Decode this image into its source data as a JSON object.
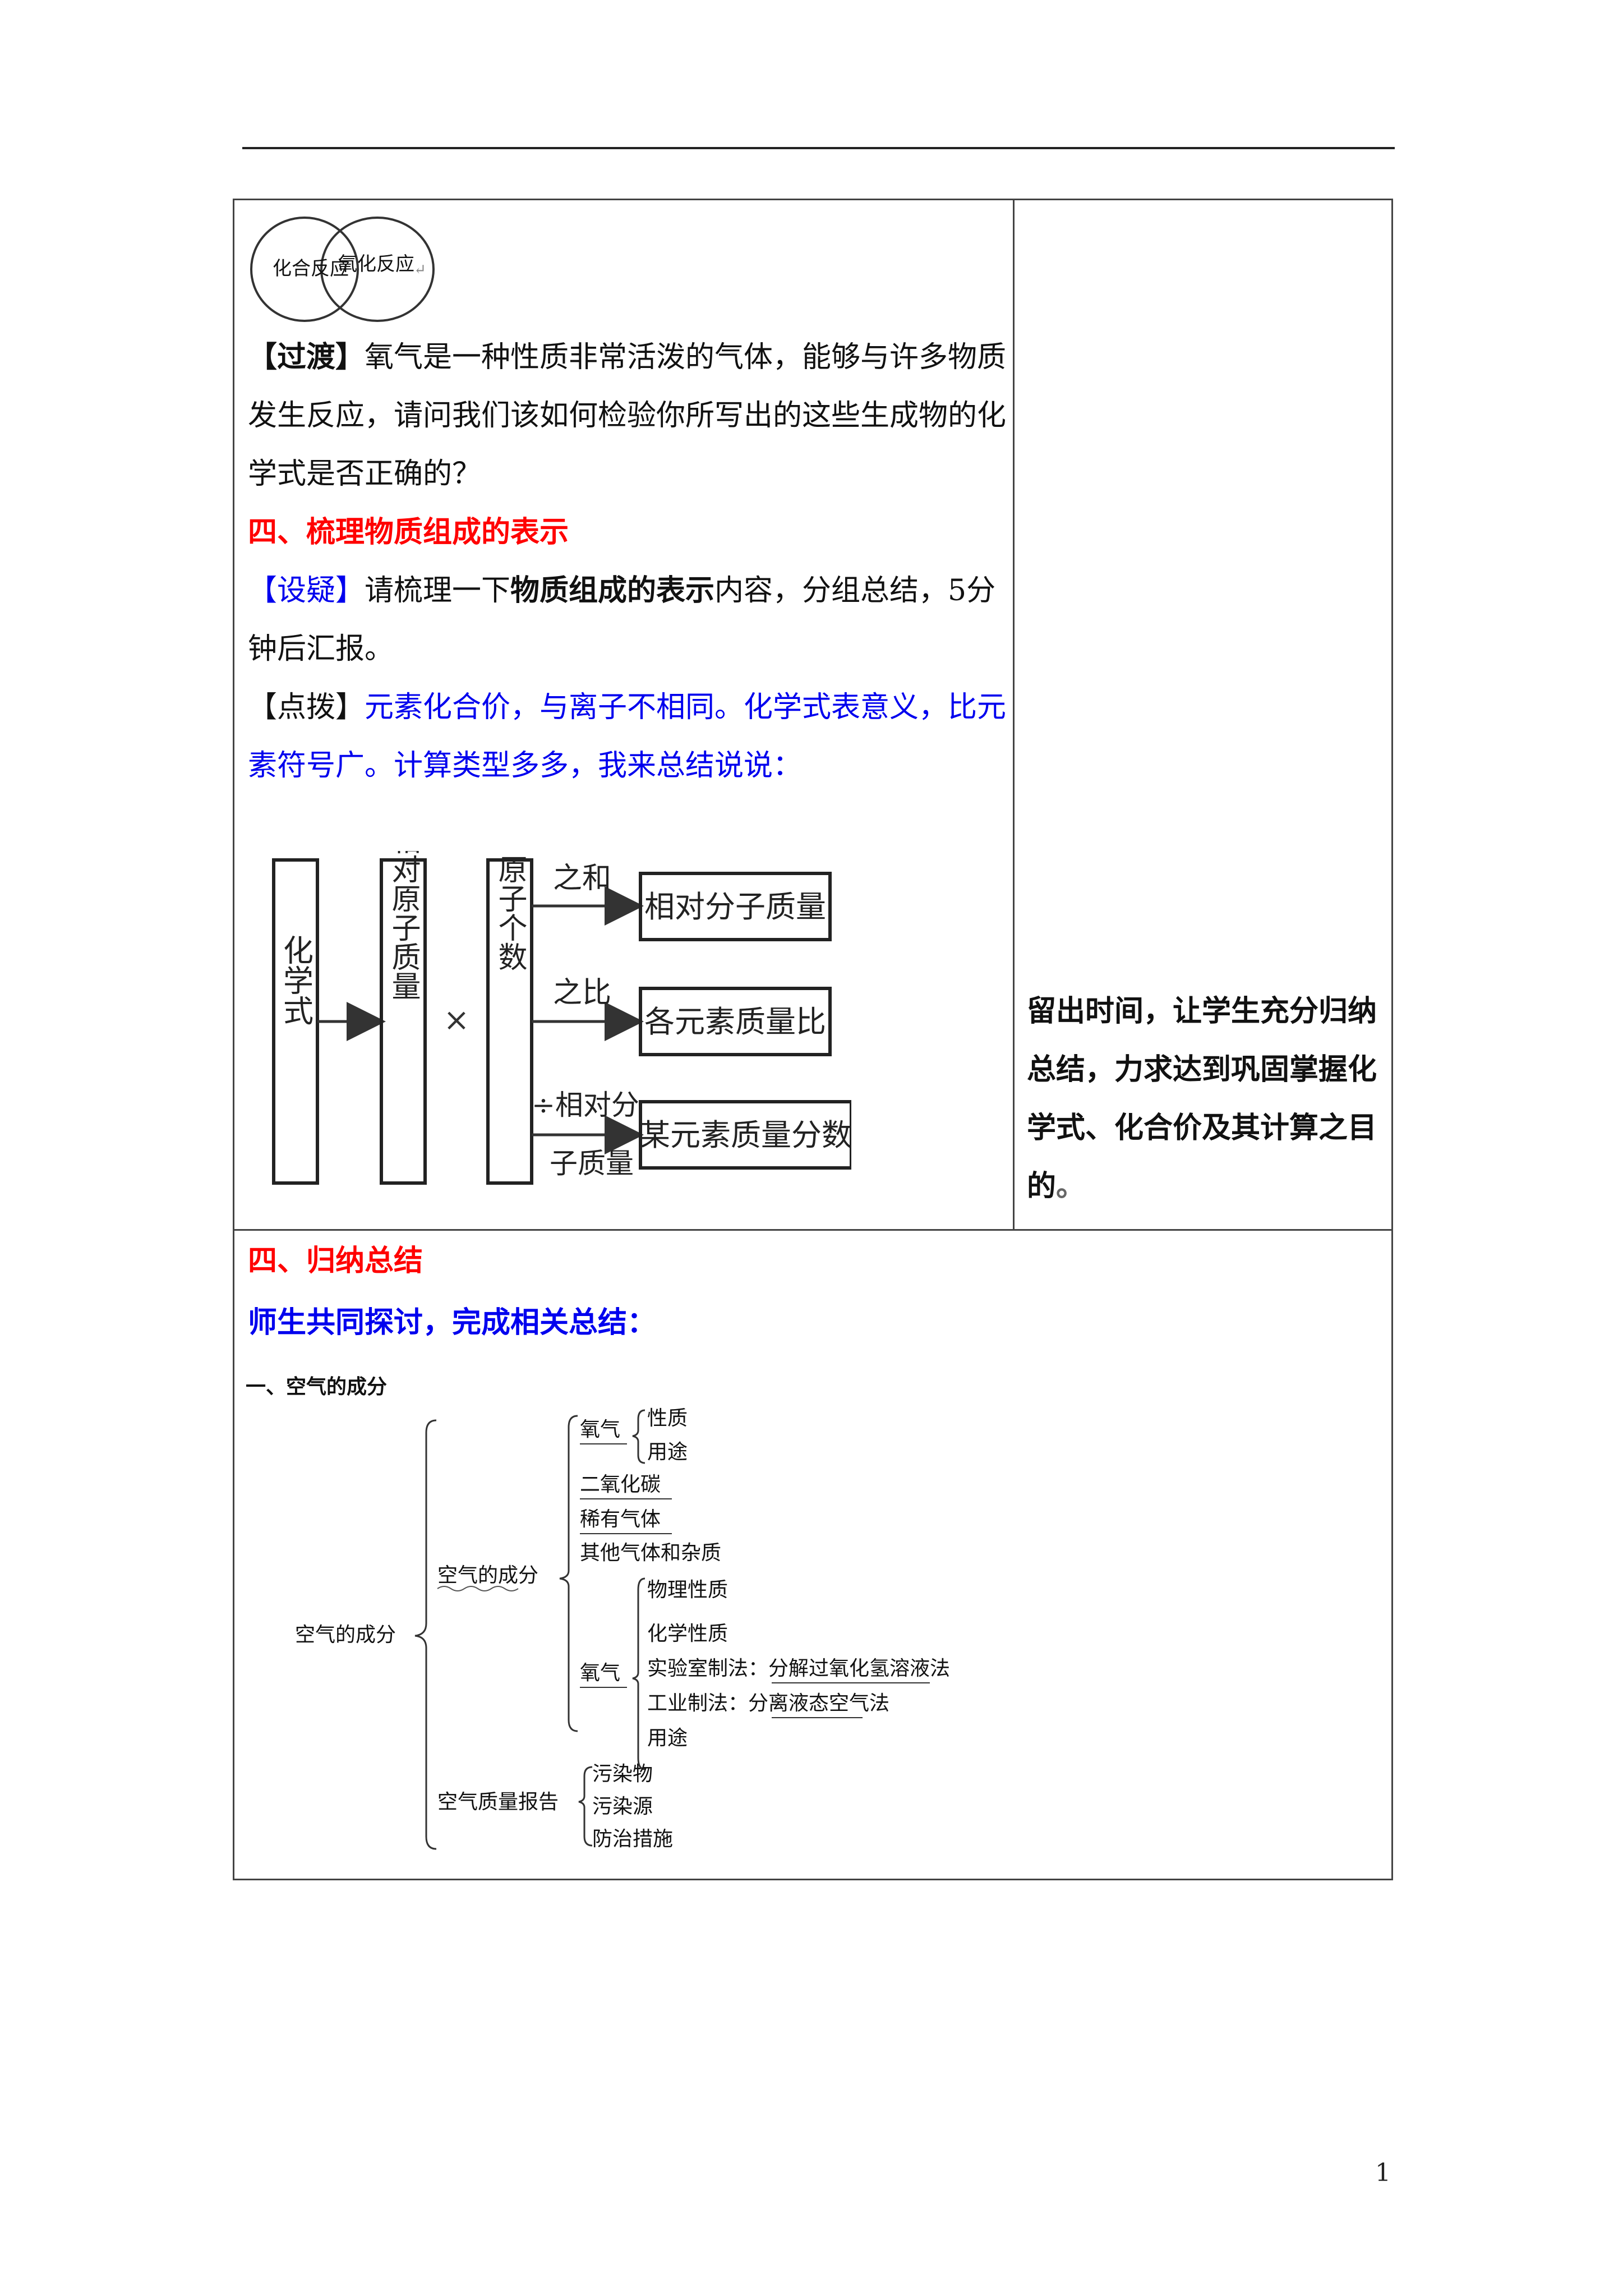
{
  "venn": {
    "left": "化合反应",
    "right": "氧化反应",
    "mark": "↵"
  },
  "transition": {
    "tag": "【过渡】",
    "lines": [
      "氧气是一种性质非常活泼的气体，能够与许多物质",
      "发生反应，请问我们该如何检验你所写出的这些生成物的化",
      "学式是否正确的？"
    ]
  },
  "section4_title": "四、梳理物质组成的表示",
  "question": {
    "tag": "【设疑】",
    "pre": "请梳理一下",
    "bold": "物质组成的表示",
    "post": "内容，分组总结，5分",
    "line2": "钟后汇报。"
  },
  "hint": {
    "tag": "【点拨】",
    "line1": "元素化合价，与离子不相同。化学式表意义，比元",
    "line2": "素符号广。计算类型多多，我来总结说说："
  },
  "flow": {
    "box1": "化学式",
    "box2": "相对原子质量",
    "times": "×",
    "box3": "原子个数",
    "ops": [
      "之和",
      "之比",
      "÷相对分",
      "子质量"
    ],
    "results": [
      "相对分子质量",
      "各元素质量比",
      "某元素质量分数"
    ]
  },
  "right_note": [
    "留出时间，让学生充分归纳",
    "总结，力求达到巩固掌握化",
    "学式、化合价及其计算之目",
    "的",
    "。"
  ],
  "summary_title": "四、归纳总结",
  "summary_sub": "师生共同探讨，完成相关总结：",
  "tree": {
    "heading": "一、空气的成分",
    "root": "空气的成分",
    "b1": "空气的成分",
    "b2": "空气质量报告",
    "oxygen": "氧气",
    "oxygen_items": [
      "性质",
      "用途"
    ],
    "co2": "二氧化碳",
    "noble": "稀有气体",
    "others": "其他气体和杂质",
    "oxygen2": "氧气",
    "o2_items": [
      "物理性质",
      "化学性质",
      "实验室制法：分解过氧化氢溶液法",
      "工业制法：分离液态空气法",
      "用途"
    ],
    "report_items": [
      "污染物",
      "污染源",
      "防治措施"
    ]
  },
  "page_number": "1"
}
